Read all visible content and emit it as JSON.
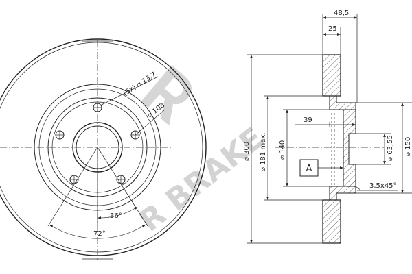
{
  "watermark": {
    "text": "R BRAKE",
    "color": "#cfcfcf"
  },
  "front_view": {
    "bolt_holes_label": "(5x) ⌀ 13,7",
    "pcd_label": "⌀ 108",
    "angle_small": "36°",
    "angle_large": "72°"
  },
  "section_view": {
    "total_height_label": "48,5",
    "disc_thickness_label": "25",
    "outer_diameter_label": "⌀ 300",
    "inner_max_label": "⌀ 181 max.",
    "hat_diameter_label": "⌀ 140",
    "hat_depth_label": "39",
    "center_bore_label": "⌀ 63,55",
    "hub_diameter_label": "⌀ 150",
    "chamfer_label": "3,5x45°",
    "datum_label": "A"
  },
  "colors": {
    "line": "#222222",
    "hatch": "#444444",
    "watermark": "#cfcfcf"
  }
}
